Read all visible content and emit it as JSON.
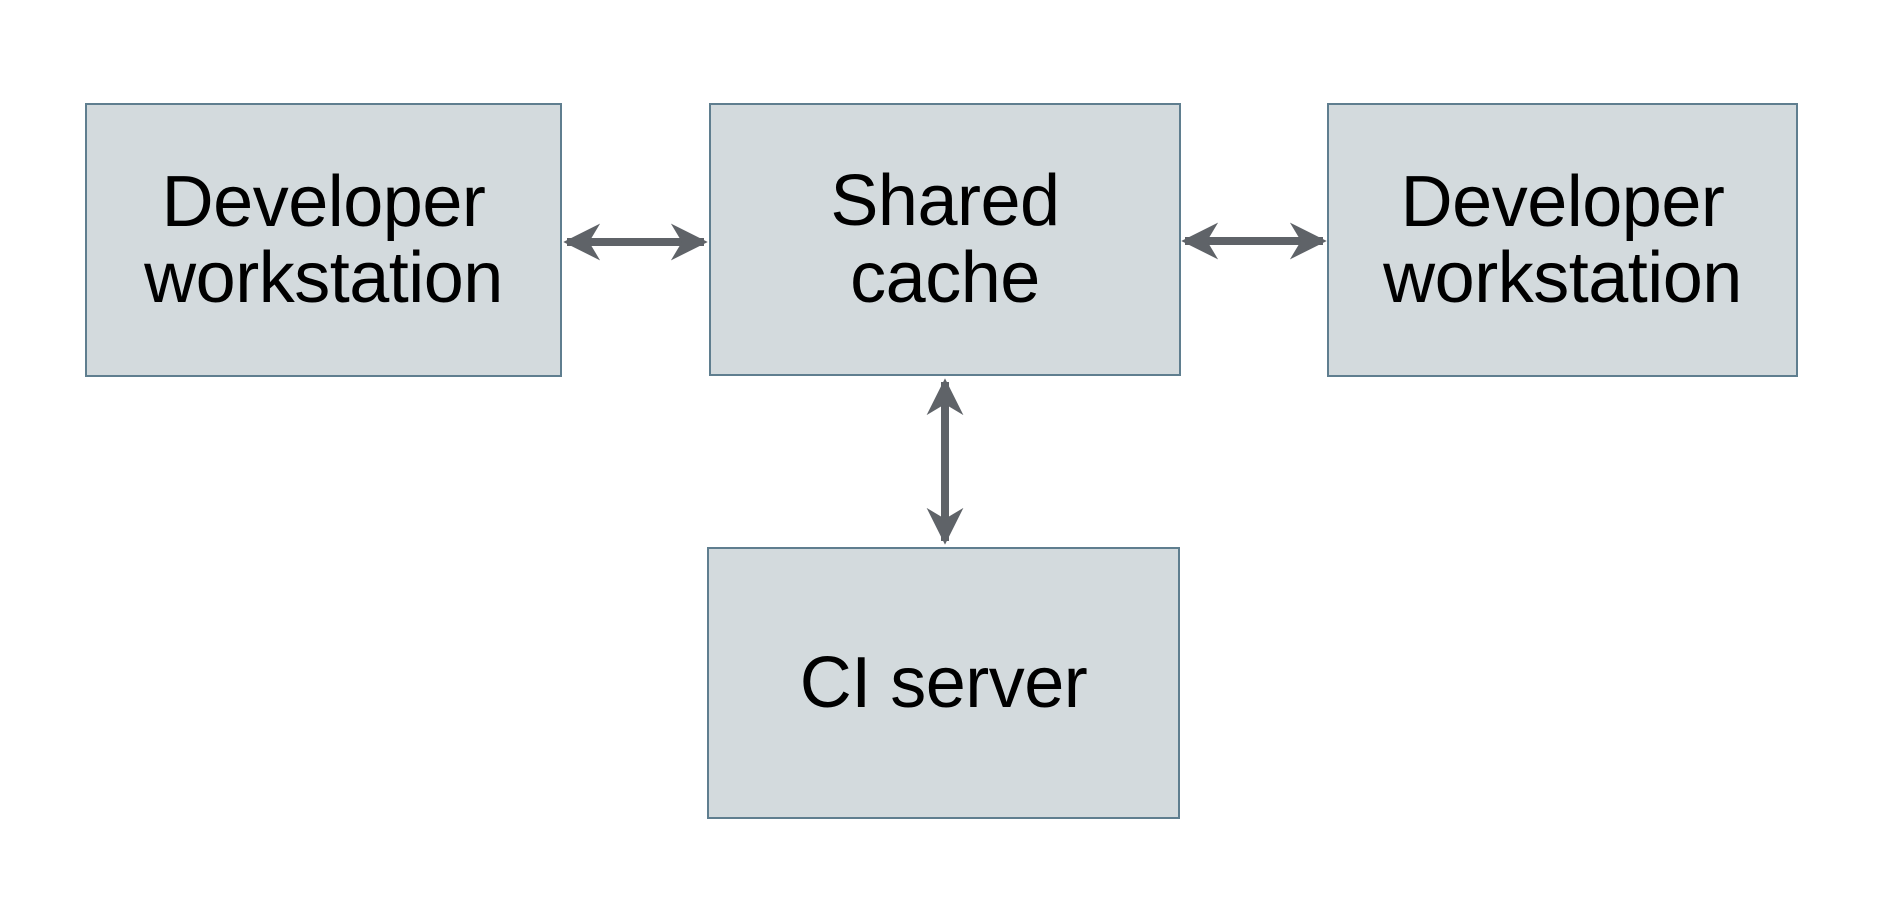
{
  "nodes": {
    "developer_workstation_left": {
      "line1": "Developer",
      "line2": "workstation"
    },
    "shared_cache": {
      "line1": "Shared",
      "line2": "cache"
    },
    "developer_workstation_right": {
      "line1": "Developer",
      "line2": "workstation"
    },
    "ci_server": {
      "line1": "CI server"
    }
  },
  "connectors": [
    {
      "from": "developer_workstation_left",
      "to": "shared_cache",
      "type": "bidirectional-arrow"
    },
    {
      "from": "shared_cache",
      "to": "developer_workstation_right",
      "type": "bidirectional-arrow"
    },
    {
      "from": "shared_cache",
      "to": "ci_server",
      "type": "bidirectional-arrow"
    }
  ],
  "colors": {
    "box_fill": "#d3dadd",
    "box_border": "#5f7e8f",
    "arrow": "#5f6368",
    "text": "#000000",
    "background": "#ffffff"
  }
}
